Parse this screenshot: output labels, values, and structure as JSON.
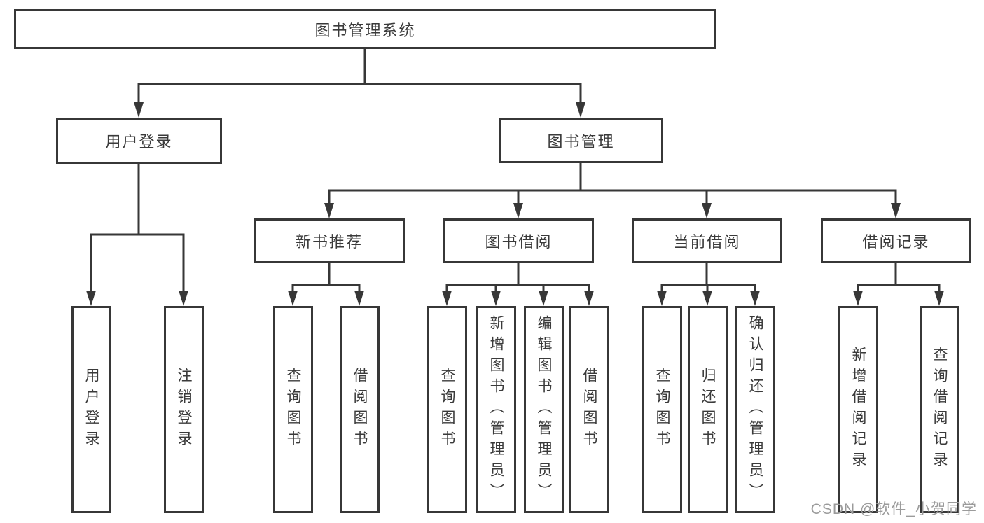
{
  "tree": {
    "label": "图书管理系统",
    "children": [
      {
        "label": "用户登录",
        "children": [
          {
            "label": "用户登录"
          },
          {
            "label": "注销登录"
          }
        ]
      },
      {
        "label": "图书管理",
        "children": [
          {
            "label": "新书推荐",
            "children": [
              {
                "label": "查询图书"
              },
              {
                "label": "借阅图书"
              }
            ]
          },
          {
            "label": "图书借阅",
            "children": [
              {
                "label": "查询图书"
              },
              {
                "label": "新增图书（管理员）"
              },
              {
                "label": "编辑图书（管理员）"
              },
              {
                "label": "借阅图书"
              }
            ]
          },
          {
            "label": "当前借阅",
            "children": [
              {
                "label": "查询图书"
              },
              {
                "label": "归还图书"
              },
              {
                "label": "确认归还（管理员）"
              }
            ]
          },
          {
            "label": "借阅记录",
            "children": [
              {
                "label": "新增借阅记录"
              },
              {
                "label": "查询借阅记录"
              }
            ]
          }
        ]
      }
    ]
  },
  "watermark": "CSDN @软件_小贺同学",
  "colors": {
    "line": "#373737",
    "text": "#3a3a3a",
    "background": "#ffffff",
    "watermark": "#9b9b9b"
  }
}
